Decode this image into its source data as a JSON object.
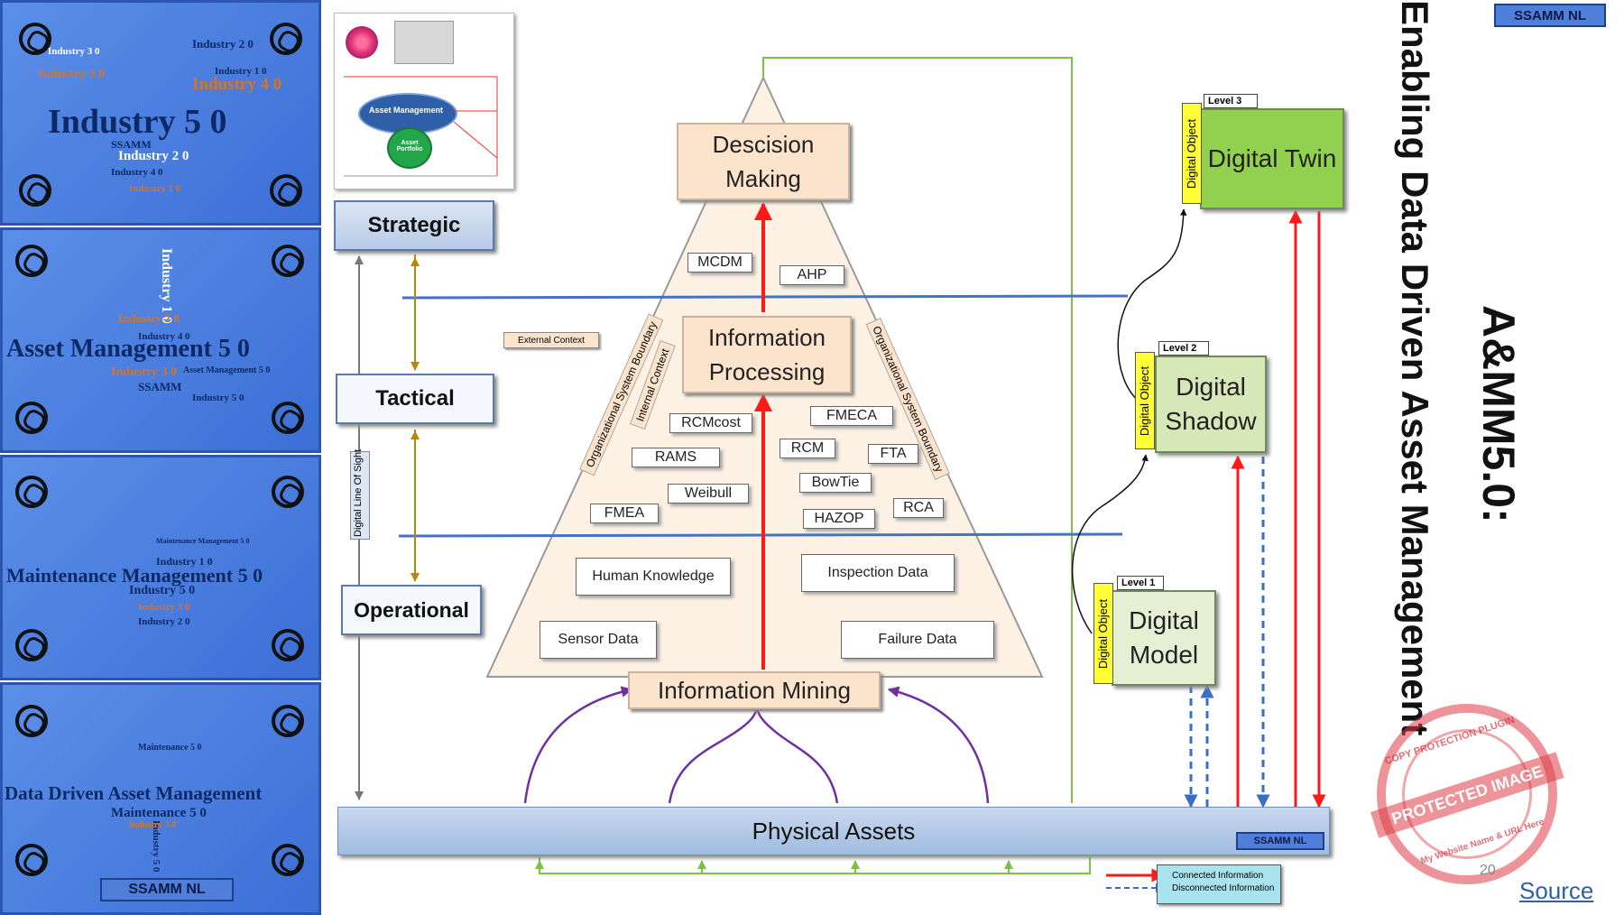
{
  "header_badge": "SSAMM NL",
  "panels": [
    {
      "main": "Industry 5 0",
      "words": [
        "Industry 3 0",
        "Industry 2 0",
        "Industry 1 0",
        "Industry 4 0",
        "SSAMM",
        "Industry 3 0",
        "Industry 2 0",
        "Industry 4 0",
        "Industry 1 0"
      ]
    },
    {
      "main": "Asset Management 5 0",
      "words": [
        "Industry 1 0",
        "Industry 2 0",
        "Industry 3 0",
        "SSAMM",
        "Industry 4 0",
        "Industry 5 0",
        "Asset Management 5 0"
      ]
    },
    {
      "main": "Maintenance Management 5 0",
      "words": [
        "Industry 1 0",
        "Industry 5 0",
        "Industry 3 0",
        "Maintenance Management 5 0",
        "Industry 2 0"
      ]
    },
    {
      "main": "Data Driven Asset Management",
      "words": [
        "Maintenance 5 0",
        "Industry 5 0",
        "Industry 3 0",
        "Maintenance 5 0"
      ],
      "badge": "SSAMM NL"
    }
  ],
  "thumbnail": {
    "center": "Asset Management",
    "inner": "Asset Portfolio"
  },
  "levels": {
    "strategic": "Strategic",
    "tactical": "Tactical",
    "operational": "Operational"
  },
  "line_of_sight": "Digital Line Of Sight",
  "external_context": "External Context",
  "pyramid": {
    "decision": "Descision Making",
    "processing": "Information Processing",
    "mining": "Information Mining",
    "left_boundary": "Organizational System Boundary",
    "right_boundary": "Organizational System Boundary",
    "internal_context": "Internal Context",
    "tools_top": [
      "MCDM",
      "AHP"
    ],
    "tools_mid": [
      "RCMcost",
      "FMECA",
      "RAMS",
      "RCM",
      "FTA",
      "Weibull",
      "BowTie",
      "FMEA",
      "HAZOP",
      "RCA"
    ],
    "data": [
      "Human Knowledge",
      "Inspection Data",
      "Sensor Data",
      "Failure Data"
    ]
  },
  "physical_assets": "Physical Assets",
  "physical_badge": "SSAMM NL",
  "digital": {
    "twin": "Digital Twin",
    "shadow": "Digital Shadow",
    "model": "Digital Model",
    "object": "Digital Object",
    "level1": "Level 1",
    "level2": "Level 2",
    "level3": "Level 3"
  },
  "legend": {
    "connected": "Connected Information",
    "disconnected": "Disconnected Information"
  },
  "title": {
    "line1": "A&MM5.0:",
    "line2": "Enabling Data Driven Asset Management"
  },
  "watermark": {
    "text": "PROTECTED IMAGE",
    "top": "COPY PROTECTION PLUGIN",
    "bottom": "My Website Name & URL Here"
  },
  "page_number": "20",
  "source": "Source",
  "colors": {
    "connected": "#ff1a1a",
    "disconnected": "#3b6fc4",
    "green_line": "#7cc04a",
    "purple": "#7030a0",
    "blue_line": "#4472c4"
  }
}
